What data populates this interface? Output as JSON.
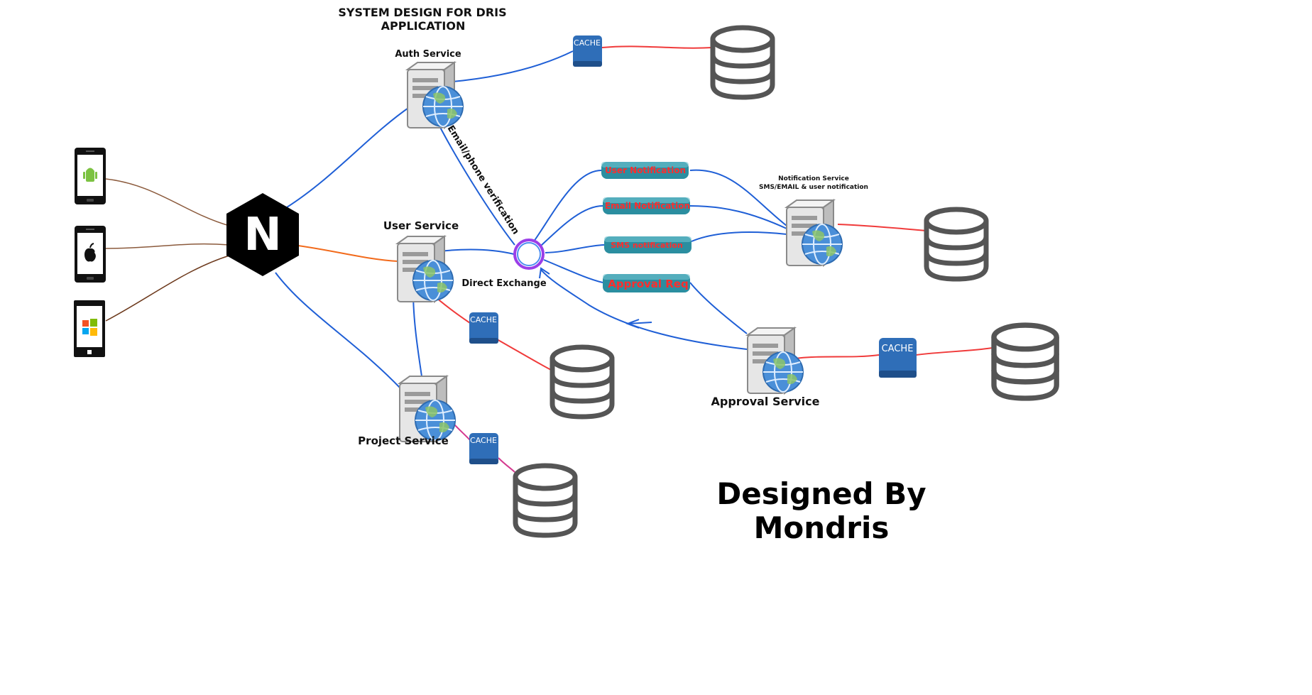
{
  "title_line1": "SYSTEM DESIGN FOR DRIS",
  "title_line2": "APPLICATION",
  "gateway_letter": "N",
  "services": {
    "auth": "Auth Service",
    "user": "User Service",
    "project": "Project Service",
    "approval": "Approval Service",
    "notification_line1": "Notification Service",
    "notification_line2": "SMS/EMAIL & user notification"
  },
  "exchange_label": "Direct Exchange",
  "verification_label": "Email/phone verification",
  "queues": [
    "User Notification",
    "Email Notification",
    "SMS notification",
    "Approval Req"
  ],
  "cache_label": "CACHE",
  "credit_line1": "Designed By",
  "credit_line2": "Mondris",
  "colors": {
    "client_link": "#8b5a3c",
    "gateway_orange": "#f26a1b",
    "service_link": "#1f5fd6",
    "db_link": "#f03a3a",
    "project_db_link": "#d43a8f",
    "exchange_ring": "#9b3ee8",
    "cache_blue": "#2f6eb8",
    "queue_teal": "#2b8ea0"
  }
}
